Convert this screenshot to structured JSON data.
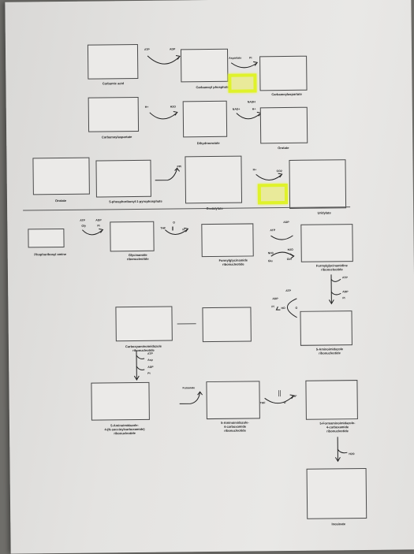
{
  "colors": {
    "highlight": "#dff22a",
    "paper": "#e6e5e3",
    "ink": "#222222"
  },
  "pyrimidine": {
    "carbamic_acid": "Carbamic acid",
    "carbamoyl_phosphate": "Carbamoyl phosphate",
    "carbamoylaspartate_top": "Carbamoylaspartate",
    "carbamoylaspartate": "Carbamoylaspartate",
    "dihydroorotate": "Dihydroorotate",
    "orotate_right": "Orotate",
    "orotate_left": "Orotate",
    "prpp": "5-phosphoribosyl-1-pyrophosphate",
    "orotidylate": "Orotidylate",
    "uridylate": "Uridylate",
    "atp": "ATP",
    "adp": "ADP",
    "aspartate": "Aspartate",
    "pi": "Pi",
    "h_plus": "H+",
    "h2o": "H2O",
    "nadh": "NADH",
    "nad_plus": "NAD+",
    "h_plus2": "H+",
    "ppi": "PPi",
    "h_plus3": "H+",
    "co2": "CO2"
  },
  "purine": {
    "phosphoribosylamine": "Phophoribosyl amine",
    "glycinamide": "Glycinamide\nribonucleotide",
    "formylglycinamide": "Formylglycinamide\nribonucleotide",
    "formylglycinamidine": "Formylglycinamidine\nribonucleotide",
    "carboxyaminoimidazole": "Carboxyaminoimidazole\nribonucleotide",
    "aminoimidazole": "5-Aminoimidazole\nribonucleotide",
    "succinylcarboxamide": "5-Aminoimidazole-\n4-(N-succinylcarboxamide)\nribonucleotide",
    "carboxamide": "5-Aminoimidazole-\n4-carboxamide\nribonucleotide",
    "formamidoimidazole": "5-Formaminoimidazole-\n4-carboxamide\nribonucleotide",
    "inosinate": "Inosinate",
    "atp": "ATP",
    "adp": "ADP",
    "gly": "Gly",
    "pi": "Pi",
    "thf": "THF",
    "h": "H",
    "o": "O",
    "atp2": "ATP",
    "adp2": "ADP",
    "nh3": "NH3",
    "glu": "Glu",
    "h2o": "H2O",
    "gln": "Gln",
    "atp3": "ATP",
    "adp3": "ADP",
    "pi3": "Pi",
    "atp4": "ATP",
    "adp4": "ADP",
    "pi4": "Pi",
    "ho": "HO",
    "o2": "O",
    "atp5": "ATP",
    "asp": "Asp",
    "adp5": "ADP",
    "pi5": "Pi",
    "fumarate": "Fumarate",
    "thf2": "THF",
    "thf3": "THF",
    "o3": "O",
    "h2o2": "H2O"
  }
}
